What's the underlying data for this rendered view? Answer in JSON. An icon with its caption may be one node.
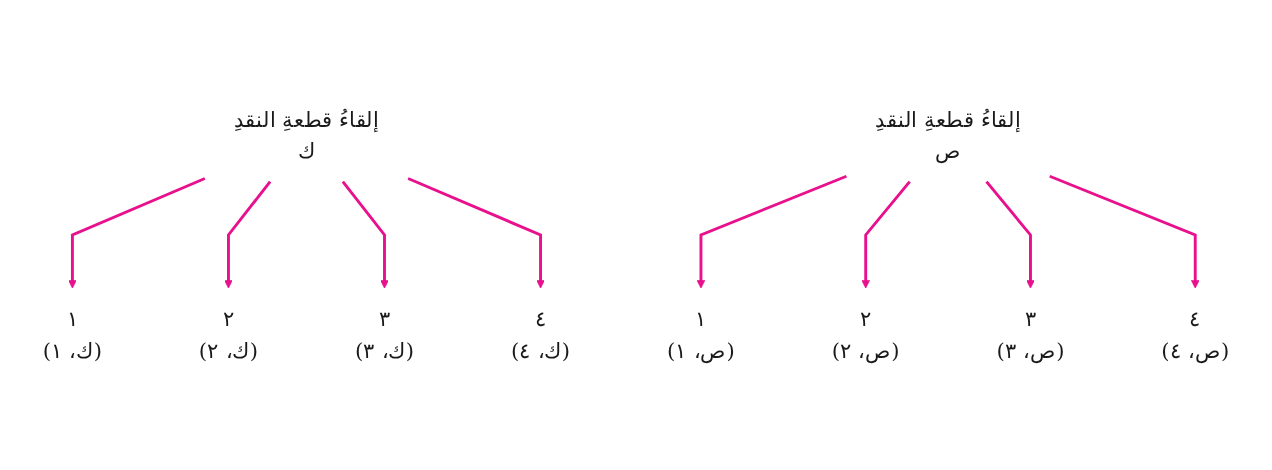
{
  "diagram": {
    "nodes": [
      {
        "text": [
          "إلقاءُ قطعةِ النقدِ",
          "ص"
        ]
      },
      {
        "text": [
          "١",
          "(ص، ١)"
        ]
      },
      {
        "text": [
          "٢",
          "(ص، ٢)"
        ]
      },
      {
        "text": [
          "٣",
          "(ص، ٣)"
        ]
      },
      {
        "text": [
          "٤",
          "(ص، ٤)"
        ]
      },
      {
        "text": [
          "إلقاءُ قطعةِ النقدِ",
          "ك"
        ]
      },
      {
        "text": [
          "١",
          "(ك، ١)"
        ]
      },
      {
        "text": [
          "٢",
          "(ك، ٢)"
        ]
      },
      {
        "text": [
          "٣",
          "(ك، ٣)"
        ]
      },
      {
        "text": [
          "٤",
          "(ك، ٤)"
        ]
      }
    ],
    "edges": [
      {
        "from": 0,
        "to": 1,
        "arrow": "to"
      },
      {
        "from": 0,
        "to": 2,
        "arrow": "to"
      },
      {
        "from": 0,
        "to": 3,
        "arrow": "to"
      },
      {
        "from": 0,
        "to": 4,
        "arrow": "to"
      },
      {
        "from": 5,
        "to": 6,
        "arrow": "to"
      },
      {
        "from": 5,
        "to": 7,
        "arrow": "to"
      },
      {
        "from": 5,
        "to": 8,
        "arrow": "to"
      },
      {
        "from": 5,
        "to": 9,
        "arrow": "to"
      }
    ]
  }
}
